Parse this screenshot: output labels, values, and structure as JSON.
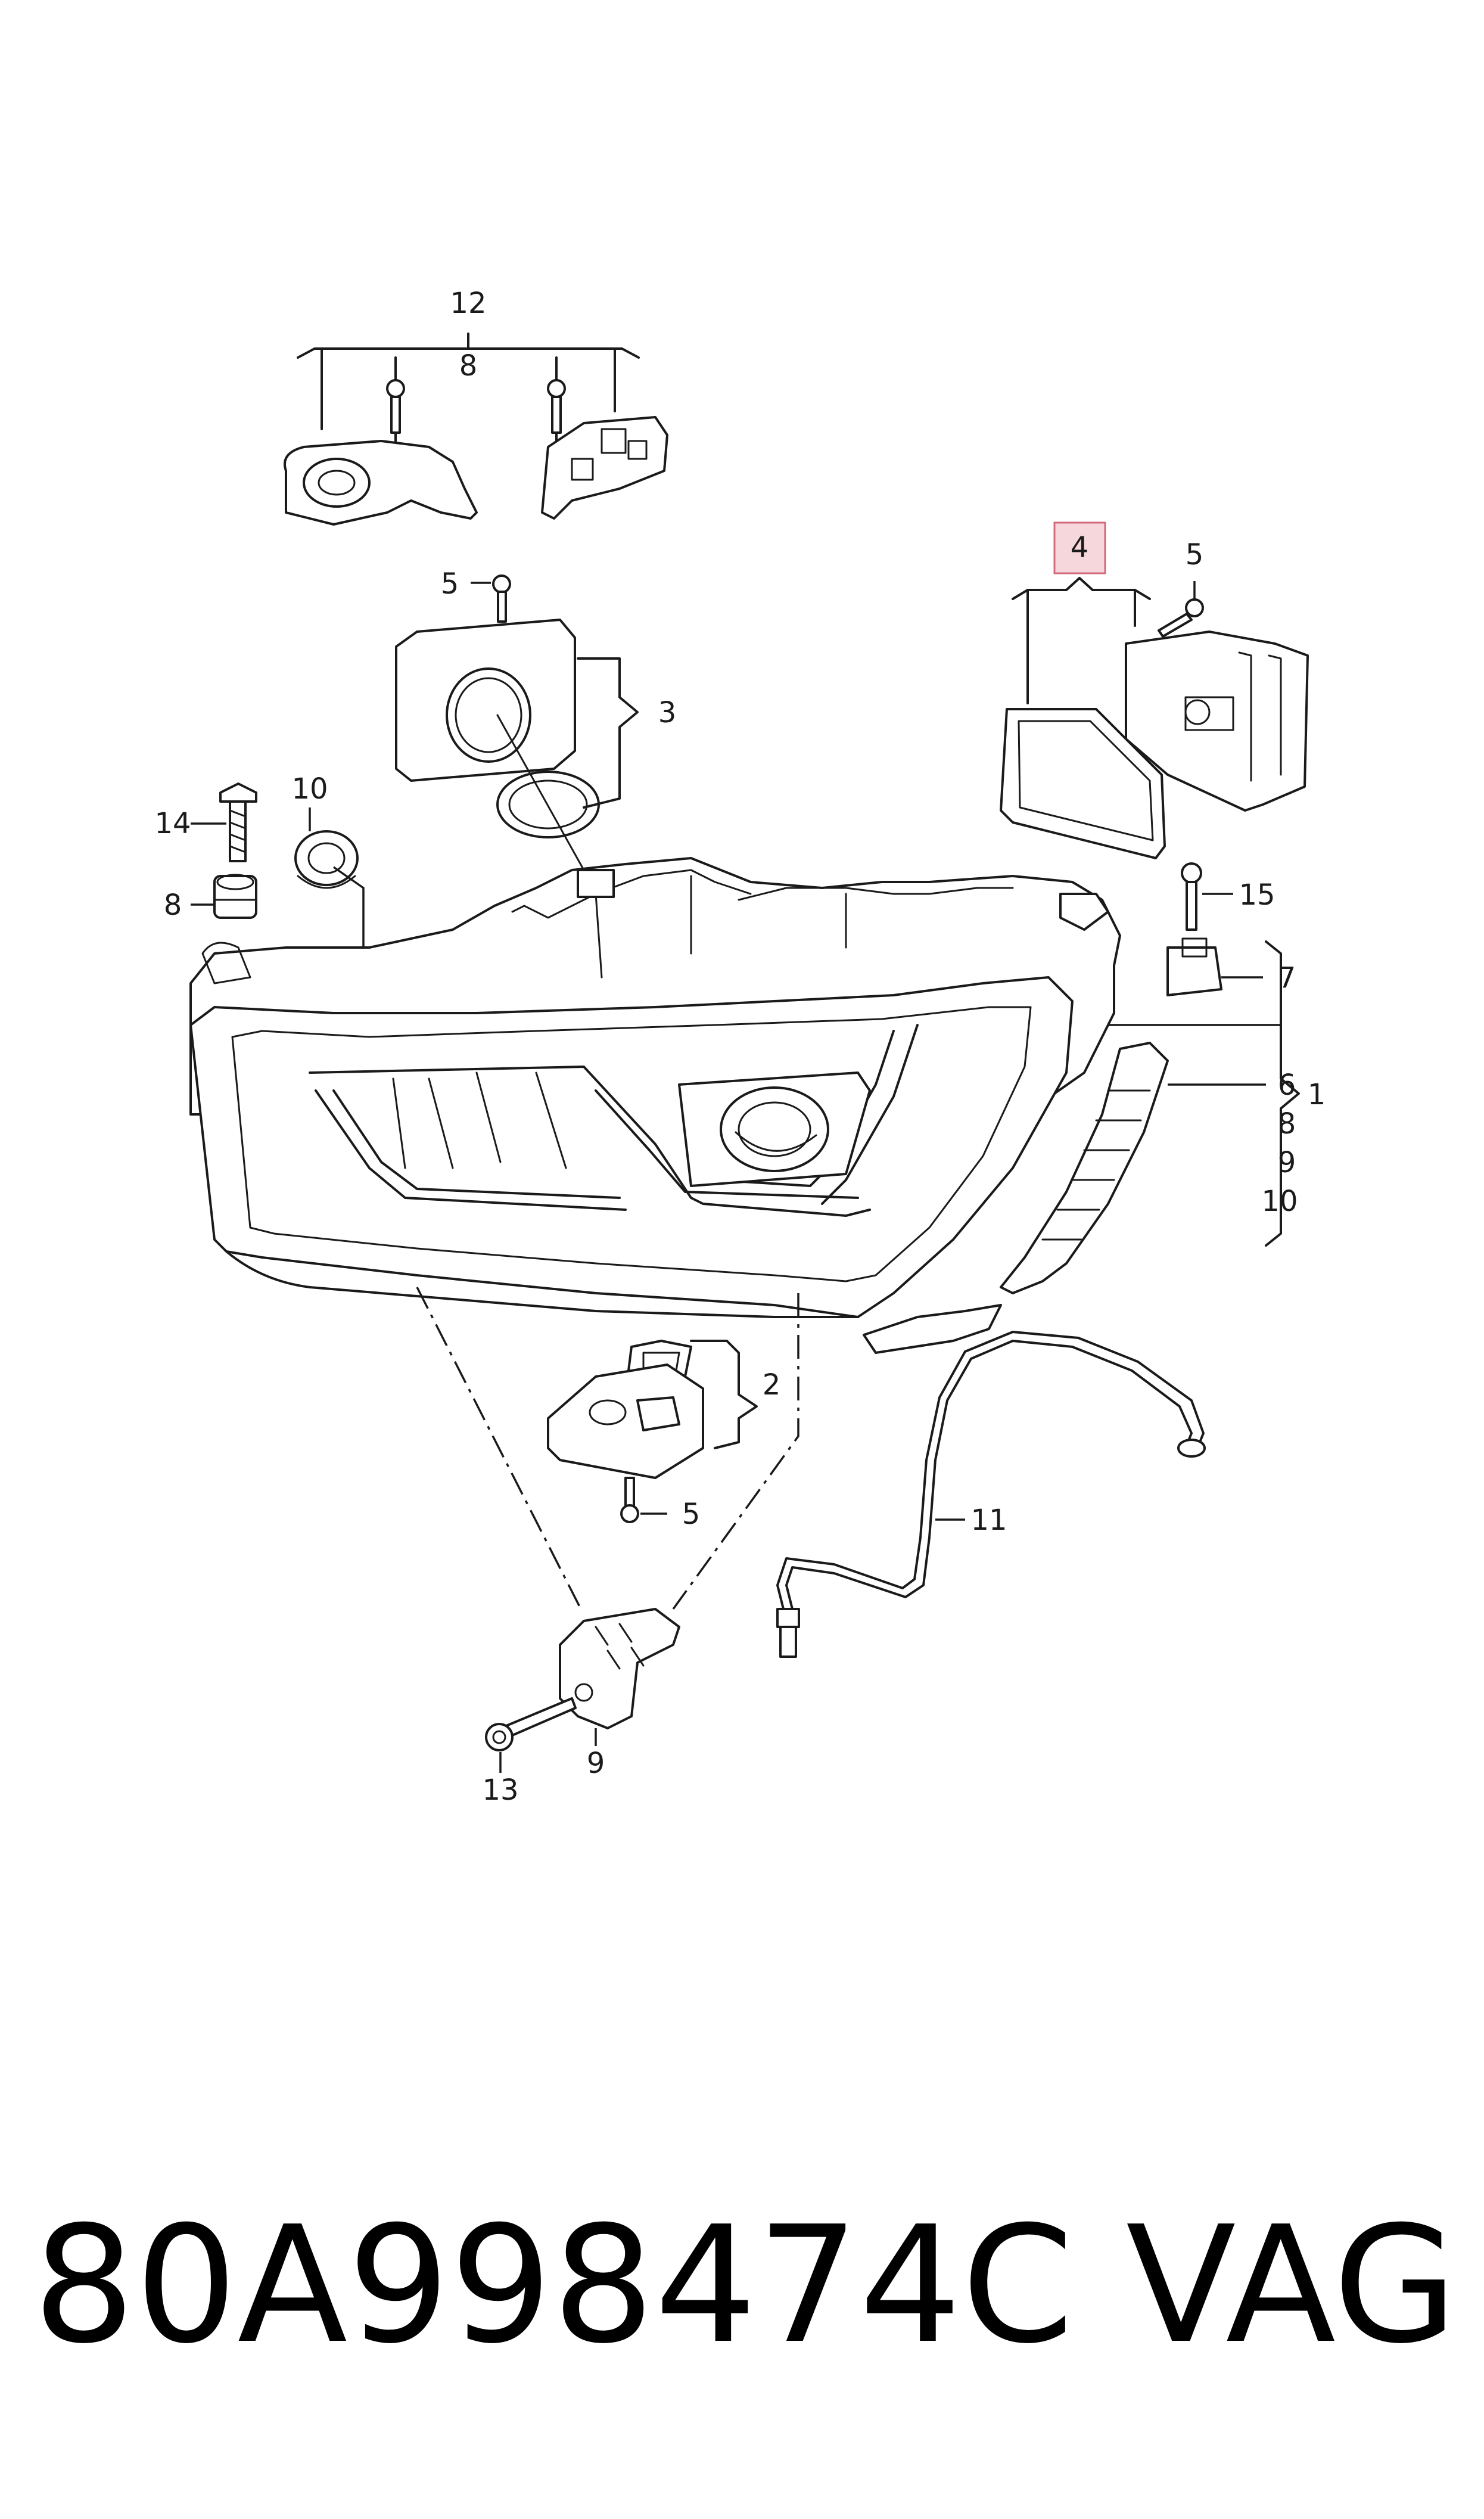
{
  "callouts": {
    "c12": "12",
    "c8_top": "8",
    "c5_a": "5",
    "c3": "3",
    "c4": "4",
    "c5_b": "5",
    "c10": "10",
    "c14": "14",
    "c8_left": "8",
    "c15": "15",
    "c7": "7",
    "c6": "6",
    "c8_right": "8",
    "c9_right": "9",
    "c10_right": "10",
    "c1": "1",
    "c2": "2",
    "c5_c": "5",
    "c11": "11",
    "c13": "13",
    "c9_bottom": "9"
  },
  "highlighted_callout": "4",
  "highlight_color": "#f6d7dc",
  "footer": {
    "part_number": "80A998474C",
    "brand": "VAG"
  }
}
